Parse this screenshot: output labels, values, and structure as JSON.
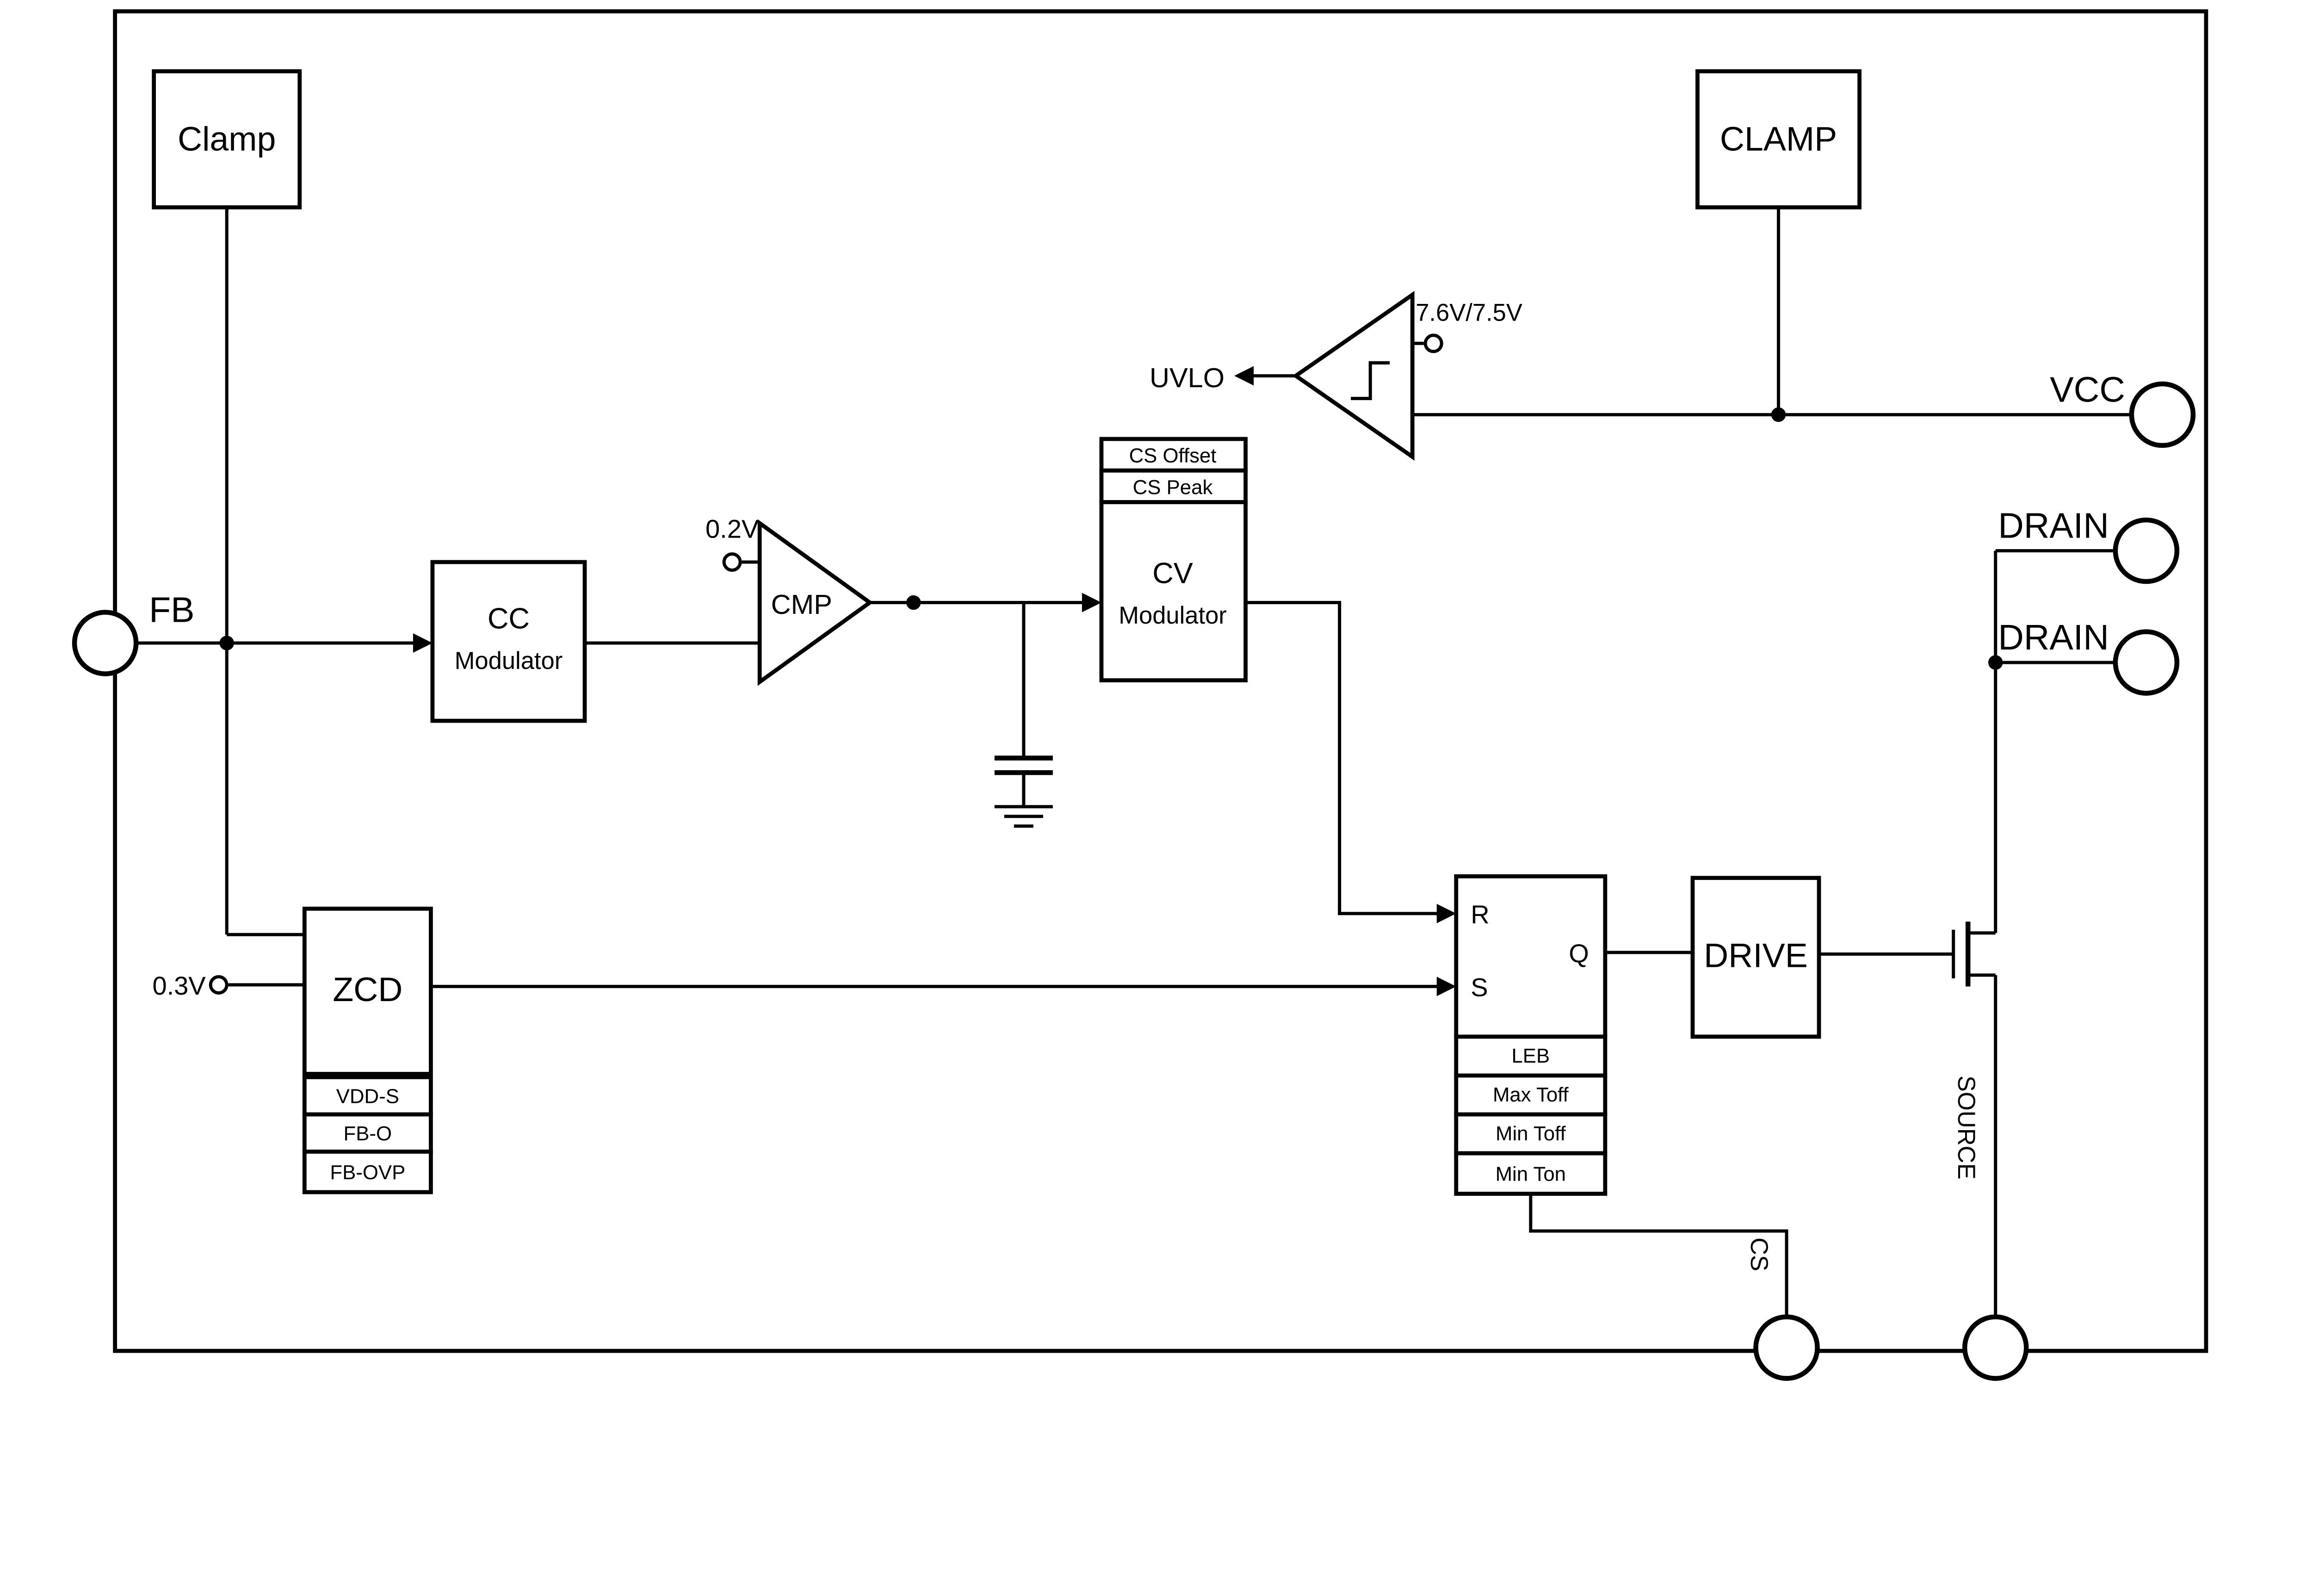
{
  "diagram": {
    "pins": {
      "fb": "FB",
      "vcc": "VCC",
      "drain_top": "DRAIN",
      "drain_bottom": "DRAIN",
      "cs": "CS",
      "source": "SOURCE"
    },
    "references": {
      "cmp_ref": "0.2V",
      "protection_ref": "0.3V",
      "uvlo_threshold": "7.6V/7.5V"
    },
    "blocks": {
      "clamp_left": "Clamp",
      "clamp_right": "CLAMP",
      "cc_modulator": [
        "CC",
        "Modulator"
      ],
      "cmp": "CMP",
      "cs_rows": [
        "CS Offset",
        "CS Peak"
      ],
      "cv_modulator": [
        "CV",
        "Modulator"
      ],
      "zcd": "ZCD",
      "protection_rows": [
        "VDD-S",
        "FB-O",
        "FB-OVP"
      ],
      "latch": {
        "r": "R",
        "s": "S",
        "q": "Q"
      },
      "timing_rows": [
        "LEB",
        "Max Toff",
        "Min Toff",
        "Min Ton"
      ],
      "drive": "DRIVE",
      "uvlo": "UVLO"
    }
  }
}
